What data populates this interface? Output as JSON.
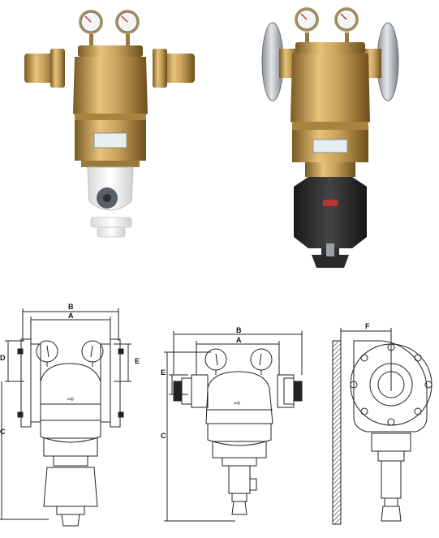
{
  "labels": {
    "drawing1": {
      "b": "B",
      "a": "A",
      "d": "D",
      "e": "E",
      "c": "C"
    },
    "drawing2": {
      "b": "B",
      "a": "A",
      "e": "E",
      "c": "C"
    },
    "drawing3": {
      "f": "F"
    }
  },
  "flow_arrow_glyph": "⇨",
  "colors": {
    "brass": "#c9a15a",
    "brass_dark": "#8a6a2e",
    "steel": "#b8bcc0",
    "black_housing": "#2b2b2b",
    "line": "#222222"
  }
}
